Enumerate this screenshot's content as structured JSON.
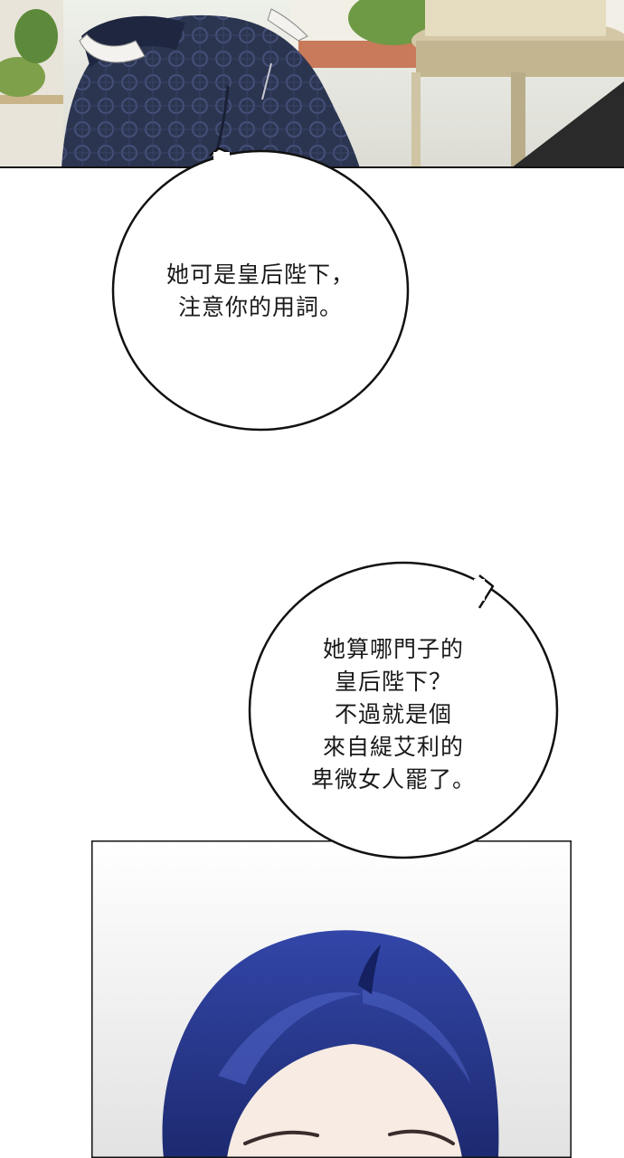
{
  "dialogue": {
    "bubble_1": {
      "lines": [
        "她可是皇后陛下，",
        "注意你的用詞。"
      ]
    },
    "bubble_2": {
      "lines": [
        "她算哪門子的",
        "皇后陛下？",
        "不過就是個",
        "來自緹艾利的",
        "卑微女人罷了。"
      ]
    }
  },
  "colors": {
    "dress_navy": "#2c3550",
    "hair_blue": "#283a8c",
    "paper": "#ffffff",
    "outline": "#111111"
  }
}
